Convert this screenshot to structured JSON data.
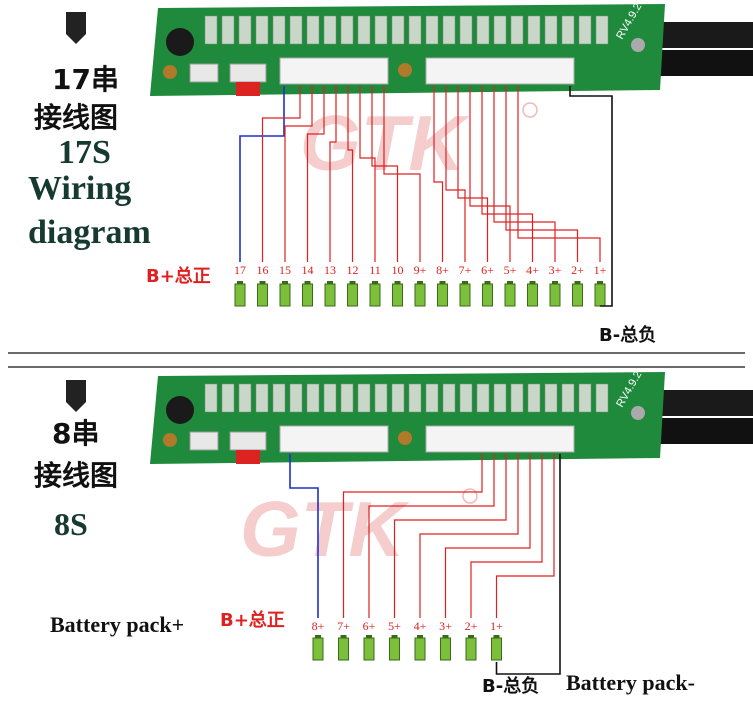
{
  "watermark": "GTK",
  "colors": {
    "wire_red": "#e02020",
    "wire_blue": "#2030c8",
    "wire_black": "#111111",
    "board_green": "#1f8a3c",
    "cell_green": "#7bbf3a"
  },
  "panel_17s": {
    "title_cn_1": "17串",
    "title_cn_2": "接线图",
    "title_en_1": "17S",
    "title_en_2": "Wiring",
    "title_en_3": "diagram",
    "b_plus": "B+总正",
    "b_minus": "B-总负",
    "board_label": "RV4.9.2",
    "cells": [
      "17",
      "16",
      "15",
      "14",
      "13",
      "12",
      "11",
      "10",
      "9+",
      "8+",
      "7+",
      "6+",
      "5+",
      "4+",
      "3+",
      "2+",
      "1+"
    ]
  },
  "panel_8s": {
    "title_cn_1": "8串",
    "title_cn_2": "接线图",
    "title_en_1": "8S",
    "b_plus": "B+总正",
    "b_minus": "B-总负",
    "pack_plus": "Battery pack+",
    "pack_minus": "Battery pack-",
    "board_label": "RV4.9.2",
    "cells": [
      "8+",
      "7+",
      "6+",
      "5+",
      "4+",
      "3+",
      "2+",
      "1+"
    ]
  }
}
